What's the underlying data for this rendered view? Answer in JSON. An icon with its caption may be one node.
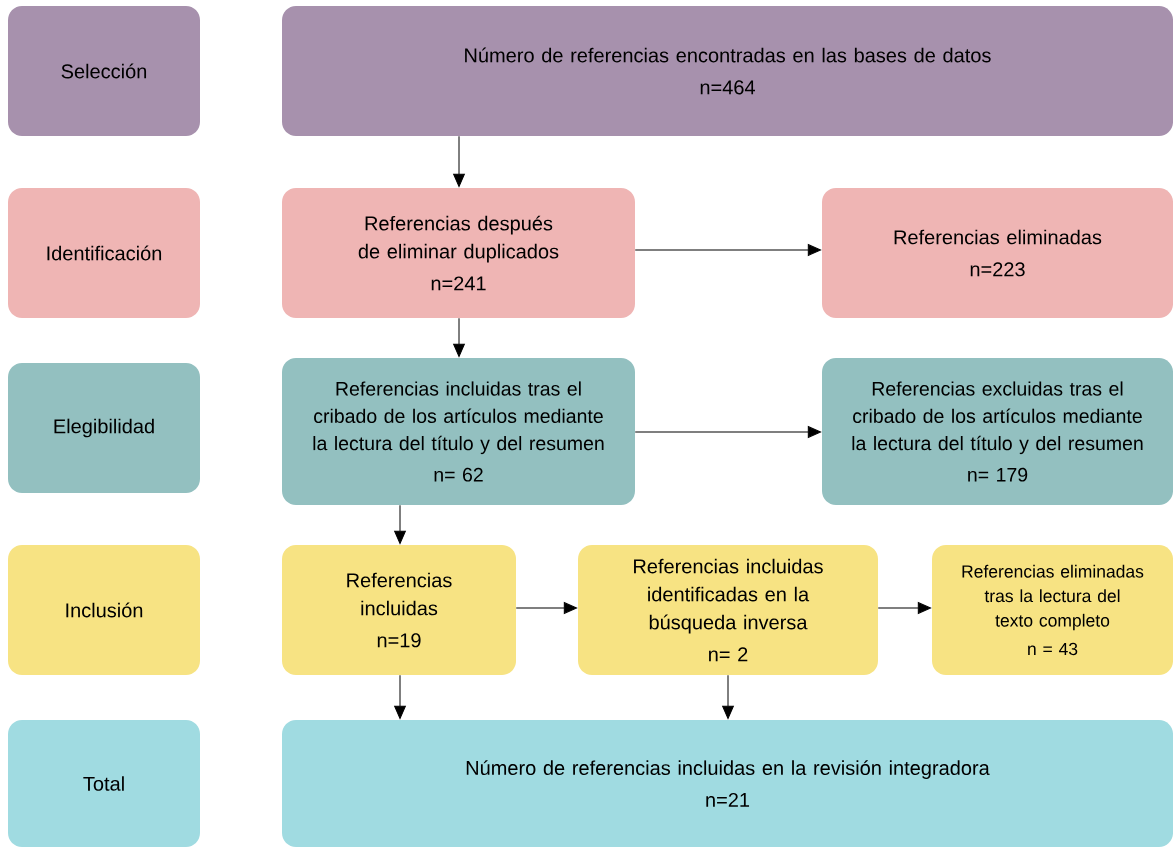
{
  "diagram": {
    "nodes": [
      {
        "text": [
          "Selección"
        ]
      },
      {
        "text": [
          "Número de referencias encontradas en las bases de datos",
          "n=464"
        ]
      },
      {
        "text": [
          "Identificación"
        ]
      },
      {
        "text": [
          "Referencias después de eliminar duplicados",
          "n=241"
        ]
      },
      {
        "text": [
          "Referencias eliminadas",
          "n=223"
        ]
      },
      {
        "text": [
          "Elegibilidad"
        ]
      },
      {
        "text": [
          "Referencias incluidas tras el cribado de los artículos mediante la lectura del título y del resumen",
          "n= 62"
        ]
      },
      {
        "text": [
          "Referencias excluidas tras el cribado de los artículos mediante la lectura del título y del resumen",
          "n= 179"
        ]
      },
      {
        "text": [
          "Inclusión"
        ]
      },
      {
        "text": [
          "Referencias incluidas",
          "n=19"
        ]
      },
      {
        "text": [
          "Referencias incluidas identificadas en la búsqueda inversa",
          "n= 2"
        ]
      },
      {
        "text": [
          "Referencias eliminadas tras la lectura del texto completo",
          "n = 43"
        ]
      },
      {
        "text": [
          "Total"
        ]
      },
      {
        "text": [
          "Número de referencias incluidas en la revisión integradora",
          "n=21"
        ]
      }
    ],
    "edges": [
      {
        "from": 1,
        "to": 3,
        "arrow": "to"
      },
      {
        "from": 3,
        "to": 4,
        "arrow": "to"
      },
      {
        "from": 3,
        "to": 6,
        "arrow": "to"
      },
      {
        "from": 6,
        "to": 7,
        "arrow": "to"
      },
      {
        "from": 6,
        "to": 9,
        "arrow": "to"
      },
      {
        "from": 9,
        "to": 10,
        "arrow": "to"
      },
      {
        "from": 10,
        "to": 11,
        "arrow": "to"
      },
      {
        "from": 9,
        "to": 13,
        "arrow": "to"
      },
      {
        "from": 10,
        "to": 13,
        "arrow": "to"
      }
    ]
  }
}
